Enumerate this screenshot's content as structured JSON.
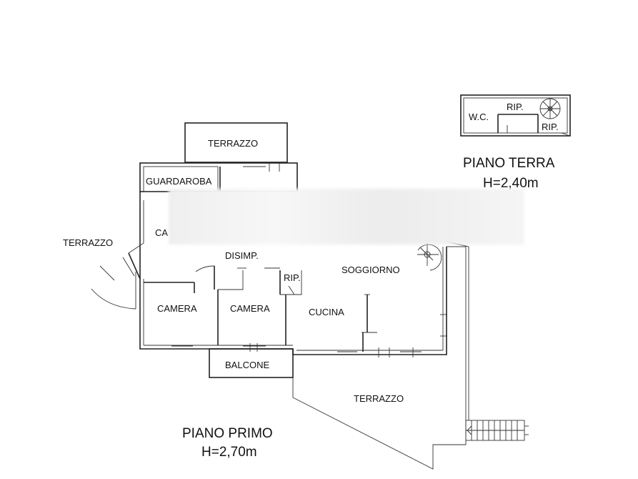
{
  "ground_floor": {
    "title": "PIANO TERRA",
    "height": "H=2,40m",
    "rooms": {
      "wc": "W.C.",
      "rip_top": "RIP.",
      "rip_bottom": "RIP."
    }
  },
  "first_floor": {
    "title": "PIANO PRIMO",
    "height": "H=2,70m",
    "rooms": {
      "terrazzo_top": "TERRAZZO",
      "guardaroba": "GUARDAROBA",
      "camera_partial": "CA",
      "terrazzo_left": "TERRAZZO",
      "disimp": "DISIMP.",
      "soggiorno": "SOGGIORNO",
      "rip": "RIP.",
      "camera_left": "CAMERA",
      "camera_right": "CAMERA",
      "cucina": "CUCINA",
      "balcone": "BALCONE",
      "terrazzo_bottom": "TERRAZZO"
    }
  }
}
